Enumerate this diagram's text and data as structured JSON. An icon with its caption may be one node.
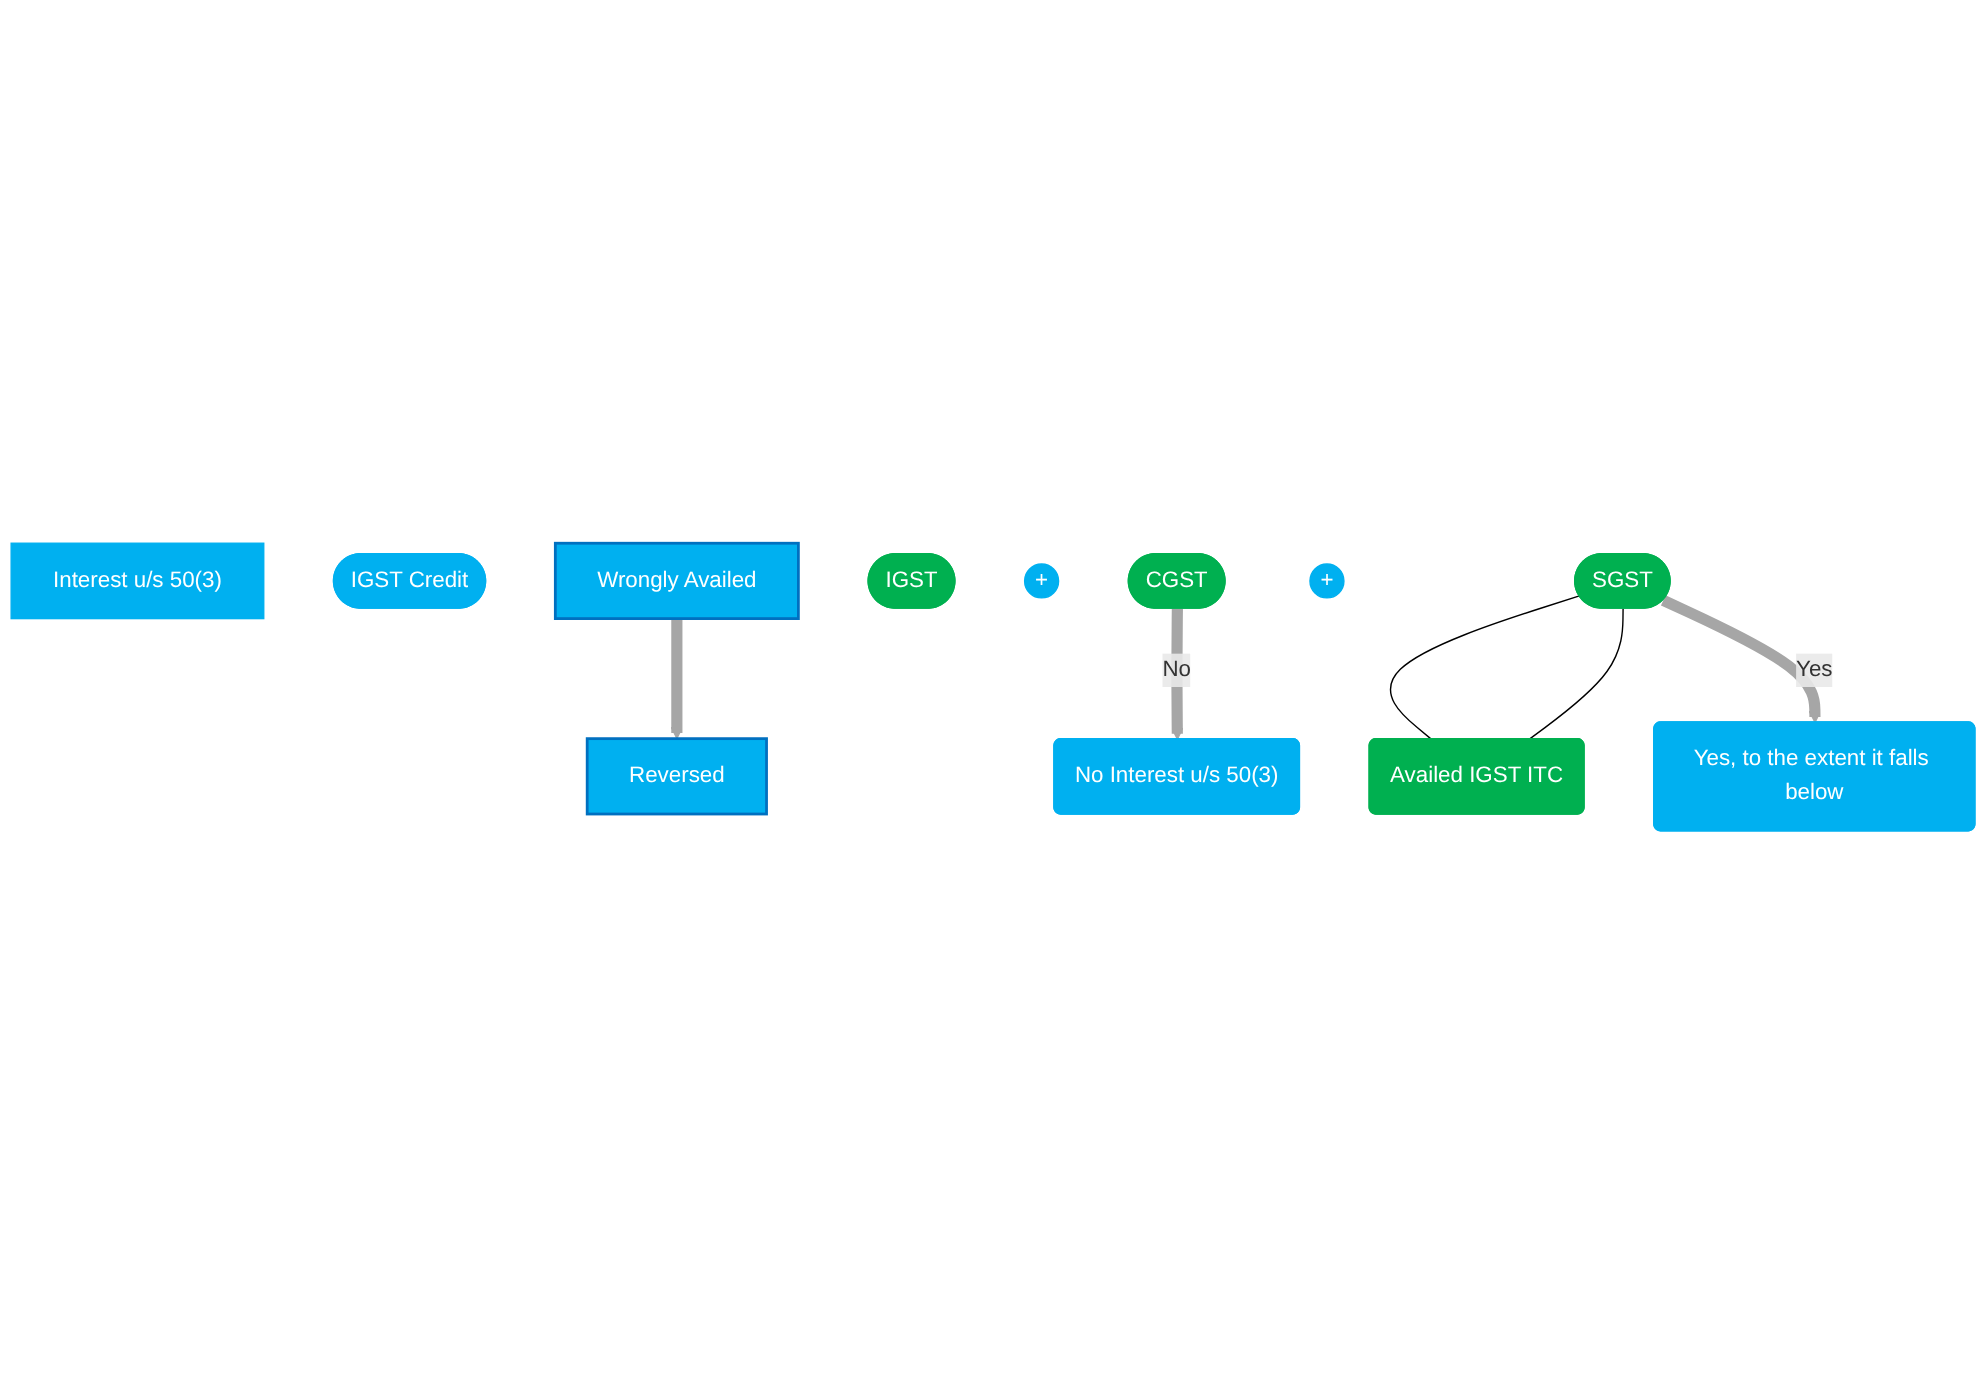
{
  "diagram": {
    "nodes": [
      {
        "text": [
          "Interest u/s 50(3)"
        ]
      },
      {
        "text": [
          "IGST Credit"
        ]
      },
      {
        "text": [
          "Wrongly Availed"
        ]
      },
      {
        "text": [
          "Reversed"
        ]
      },
      {
        "text": [
          "IGST"
        ]
      },
      {
        "text": [
          "+"
        ]
      },
      {
        "text": [
          "CGST"
        ]
      },
      {
        "text": [
          "+"
        ]
      },
      {
        "text": [
          "SGST"
        ]
      },
      {
        "text": [
          "Availed IGST ITC"
        ]
      },
      {
        "text": [
          "No Interest u/s 50(3)"
        ]
      },
      {
        "text": [
          "Yes, to the extent it falls below"
        ]
      }
    ],
    "edges": [
      {
        "from": 2,
        "to": 3,
        "arrow": "to"
      },
      {
        "from": 8,
        "to": 9,
        "arrow": "none",
        "color": "#000000"
      },
      {
        "from": 8,
        "to": 9,
        "arrow": "none",
        "color": "#000000"
      },
      {
        "from": 6,
        "to": 10,
        "arrow": "to",
        "label": "No"
      },
      {
        "from": 8,
        "to": 11,
        "arrow": "to",
        "label": "Yes"
      }
    ]
  }
}
